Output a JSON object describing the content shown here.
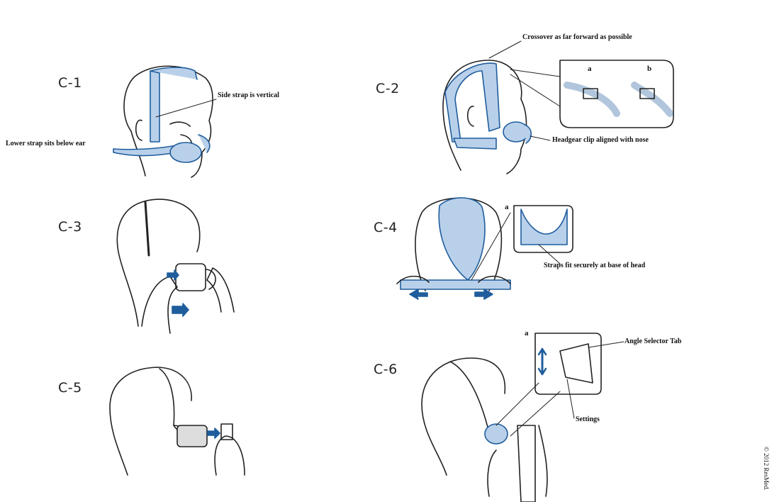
{
  "figures": {
    "c1": {
      "label": "C-1",
      "notes": {
        "side": "Side strap is vertical",
        "lower": "Lower strap sits below ear"
      }
    },
    "c2": {
      "label": "C-2",
      "notes": {
        "crossover": "Crossover as far forward as possible",
        "clip": "Headgear clip aligned with nose",
        "a": "a",
        "b": "b"
      }
    },
    "c3": {
      "label": "C-3"
    },
    "c4": {
      "label": "C-4",
      "notes": {
        "straps": "Straps fit securely at base of head",
        "a": "a"
      }
    },
    "c5": {
      "label": "C-5"
    },
    "c6": {
      "label": "C-6",
      "notes": {
        "tab": "Angle Selector Tab",
        "settings": "Settings",
        "a": "a"
      }
    }
  },
  "copyright": "© 2012 ResMed.",
  "colors": {
    "strap": "#b9d0ea",
    "accent": "#1f5d9c",
    "line": "#222222"
  }
}
